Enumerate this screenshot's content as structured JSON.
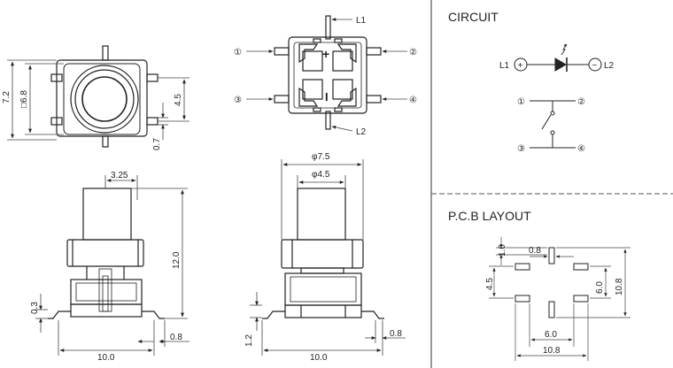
{
  "sections": {
    "circuit_title": "CIRCUIT",
    "pcb_title": "P.C.B LAYOUT"
  },
  "top_left_view": {
    "dim_height": "7.2",
    "dim_square": "□6.8",
    "dim_pin_pitch": "4.5",
    "dim_pin_width": "0.7"
  },
  "top_right_view": {
    "led_labels": [
      "L1",
      "L2"
    ],
    "pin_labels": [
      "①",
      "②",
      "③",
      "④"
    ],
    "plus": "+",
    "minus": "I"
  },
  "bottom_left_view": {
    "dim_cap_width": "3.25",
    "dim_total_height": "12.0",
    "dim_standoff": "0.3",
    "dim_body_width": "10.0",
    "dim_lead": "0.8"
  },
  "bottom_right_view": {
    "dim_outer_dia": "φ7.5",
    "dim_cap_dia": "φ4.5",
    "dim_base_height": "1.2",
    "dim_body_width": "10.0",
    "dim_lead": "0.8"
  },
  "circuit": {
    "led_left": "L1",
    "led_right": "L2",
    "led_plus": "+",
    "led_minus": "−",
    "pin1": "①",
    "pin2": "②",
    "pin3": "③",
    "pin4": "④"
  },
  "pcb": {
    "dim_pad_gap_v": "1.0",
    "dim_pad_len": "0.8",
    "dim_pitch_45": "4.5",
    "dim_inner": "6.0",
    "dim_outer_h": "10.8",
    "dim_bottom_inner": "6.0",
    "dim_bottom_outer": "10.8"
  }
}
